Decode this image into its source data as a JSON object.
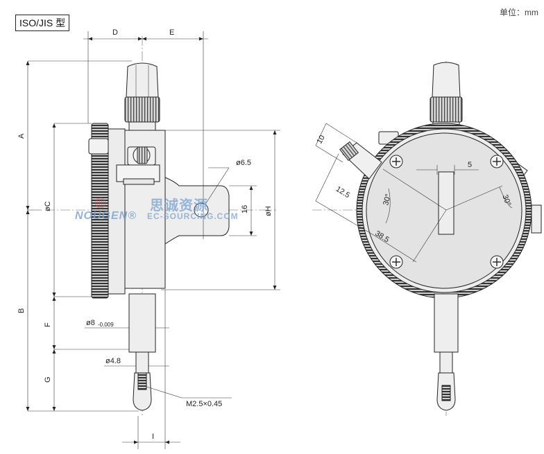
{
  "header": {
    "standard_label": "ISO/JIS 型",
    "unit_label": "单位：mm"
  },
  "side_view": {
    "dims": {
      "D": "D",
      "E": "E",
      "A": "A",
      "B": "B",
      "C": "øC",
      "F": "F",
      "G": "G",
      "H": "øH",
      "hole": "ø6.5",
      "hole_offset": "16",
      "stem": "ø8",
      "stem_tol": "-0.009",
      "spindle": "ø4.8",
      "thread": "M2.5×0.45",
      "I": "I"
    }
  },
  "front_view": {
    "dims": {
      "a10": "10",
      "a5": "5",
      "a125": "12.5",
      "a30l": "30°",
      "a30r": "30°",
      "a385": "38.5"
    }
  },
  "watermark": {
    "brand": "NOUGEN®",
    "cn": "思诚资源",
    "en": "EC-SOURCING.COM"
  },
  "colors": {
    "line": "#222222",
    "body": "#eeeeee",
    "face": "#e2e2e2",
    "accent": "#7aa1cf"
  }
}
